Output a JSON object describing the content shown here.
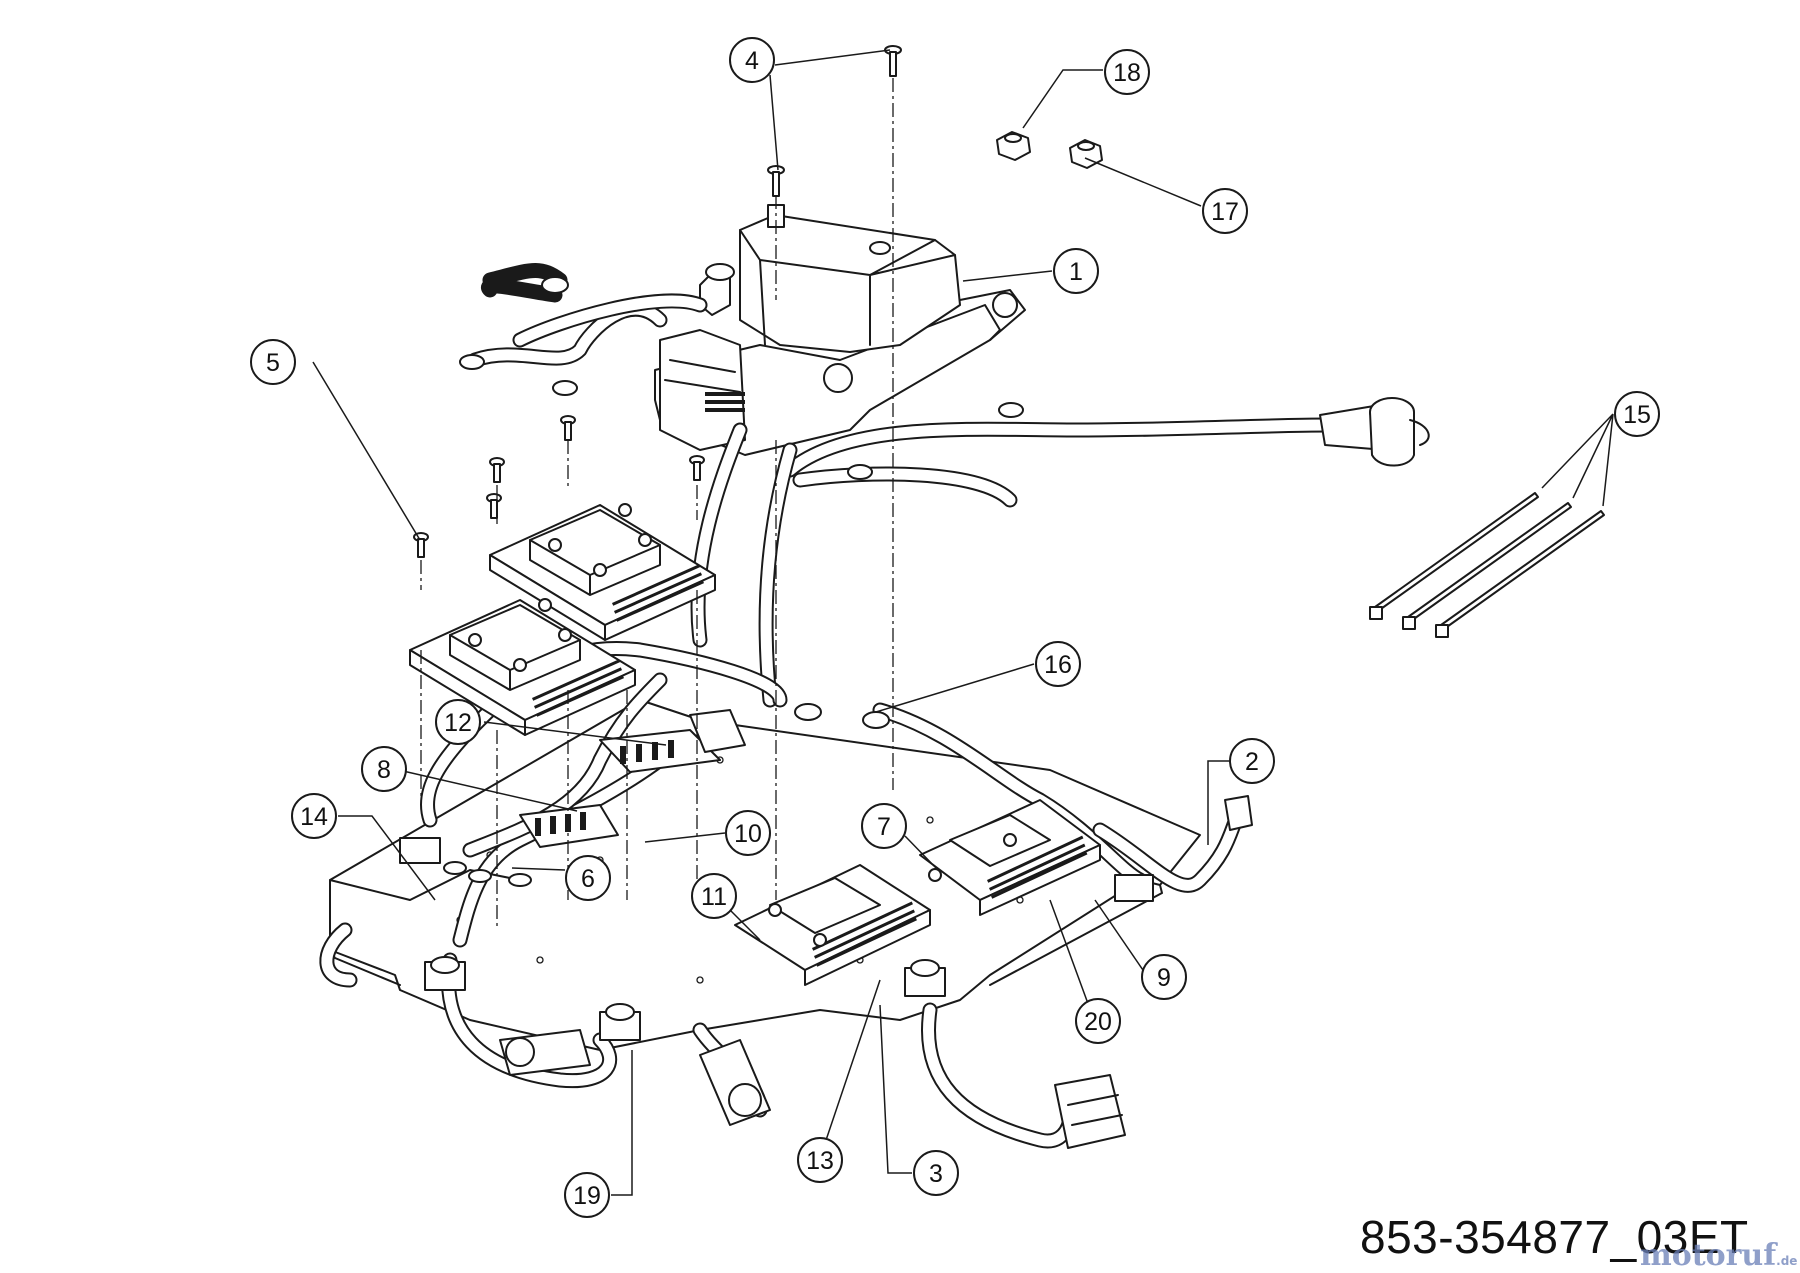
{
  "callouts": [
    {
      "label": "1"
    },
    {
      "label": "2"
    },
    {
      "label": "3"
    },
    {
      "label": "4"
    },
    {
      "label": "5"
    },
    {
      "label": "6"
    },
    {
      "label": "7"
    },
    {
      "label": "8"
    },
    {
      "label": "9"
    },
    {
      "label": "10"
    },
    {
      "label": "11"
    },
    {
      "label": "12"
    },
    {
      "label": "13"
    },
    {
      "label": "14"
    },
    {
      "label": "15"
    },
    {
      "label": "16"
    },
    {
      "label": "17"
    },
    {
      "label": "18"
    },
    {
      "label": "19"
    },
    {
      "label": "20"
    }
  ],
  "part_number": "853-354877_03ET",
  "watermark": {
    "text": "motoruf",
    "suffix": ".de"
  }
}
